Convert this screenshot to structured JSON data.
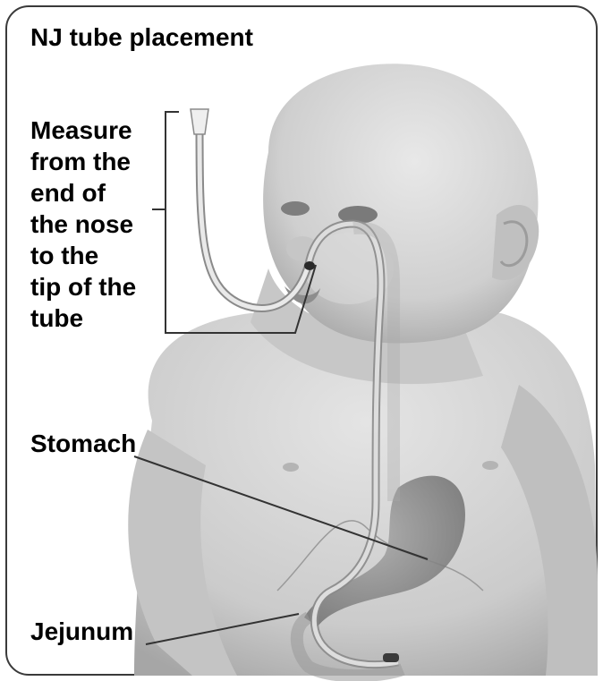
{
  "title": "NJ tube placement",
  "labels": {
    "measure": "Measure\nfrom the\nend of\nthe nose\nto the\ntip of the\ntube",
    "stomach": "Stomach",
    "jejunum": "Jejunum"
  },
  "colors": {
    "frame": "#3a3a3a",
    "skin": "#d6d6d6",
    "skin_shadow": "#bdbdbd",
    "tube": "#e6e6e6",
    "stomach": "#8f8f8f",
    "leader": "#333333"
  }
}
